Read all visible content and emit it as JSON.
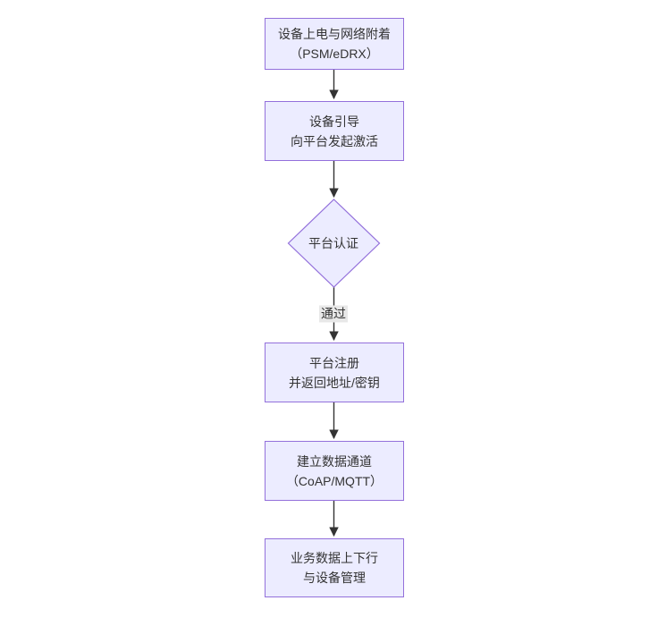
{
  "diagram": {
    "type": "flowchart",
    "direction": "top-down",
    "colors": {
      "node_fill": "#ECECFF",
      "node_border": "#9370DB",
      "text": "#333333",
      "edge": "#333333",
      "edge_label_bg": "#e8e8e8",
      "background": "#ffffff"
    },
    "nodes": [
      {
        "id": "attach",
        "shape": "rect",
        "lines": [
          "设备上电与网络附着",
          "（PSM/eDRX）"
        ]
      },
      {
        "id": "bootstrap",
        "shape": "rect",
        "lines": [
          "设备引导",
          "向平台发起激活"
        ]
      },
      {
        "id": "auth",
        "shape": "diamond",
        "lines": [
          "平台认证"
        ]
      },
      {
        "id": "register",
        "shape": "rect",
        "lines": [
          "平台注册",
          "并返回地址/密钥"
        ]
      },
      {
        "id": "channel",
        "shape": "rect",
        "lines": [
          "建立数据通道",
          "（CoAP/MQTT）"
        ]
      },
      {
        "id": "business",
        "shape": "rect",
        "lines": [
          "业务数据上下行",
          "与设备管理"
        ]
      }
    ],
    "edges": [
      {
        "from": "attach",
        "to": "bootstrap",
        "label": ""
      },
      {
        "from": "bootstrap",
        "to": "auth",
        "label": ""
      },
      {
        "from": "auth",
        "to": "register",
        "label": "通过"
      },
      {
        "from": "register",
        "to": "channel",
        "label": ""
      },
      {
        "from": "channel",
        "to": "business",
        "label": ""
      }
    ]
  }
}
